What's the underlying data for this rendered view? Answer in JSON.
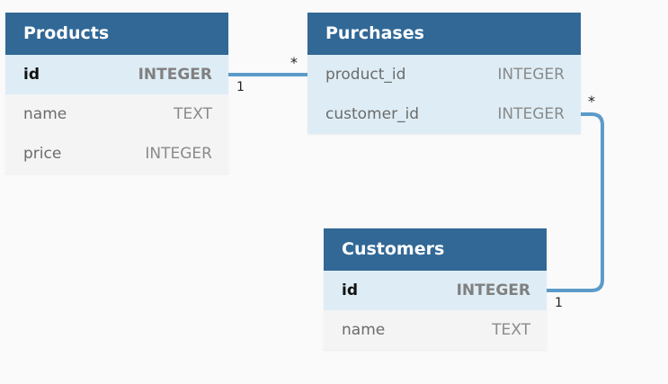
{
  "tables": {
    "products": {
      "title": "Products",
      "rows": [
        {
          "name": "id",
          "type": "INTEGER"
        },
        {
          "name": "name",
          "type": "TEXT"
        },
        {
          "name": "price",
          "type": "INTEGER"
        }
      ]
    },
    "purchases": {
      "title": "Purchases",
      "rows": [
        {
          "name": "product_id",
          "type": "INTEGER"
        },
        {
          "name": "customer_id",
          "type": "INTEGER"
        }
      ]
    },
    "customers": {
      "title": "Customers",
      "rows": [
        {
          "name": "id",
          "type": "INTEGER"
        },
        {
          "name": "name",
          "type": "TEXT"
        }
      ]
    }
  },
  "relations": {
    "products_purchases": {
      "one": "1",
      "many": "*"
    },
    "customers_purchases": {
      "one": "1",
      "many": "*"
    }
  },
  "colors": {
    "header": "#316896",
    "connector": "#5b9bc9",
    "key_row": "#deedf5",
    "plain_row": "#f4f4f4",
    "background": "#fafafa"
  }
}
